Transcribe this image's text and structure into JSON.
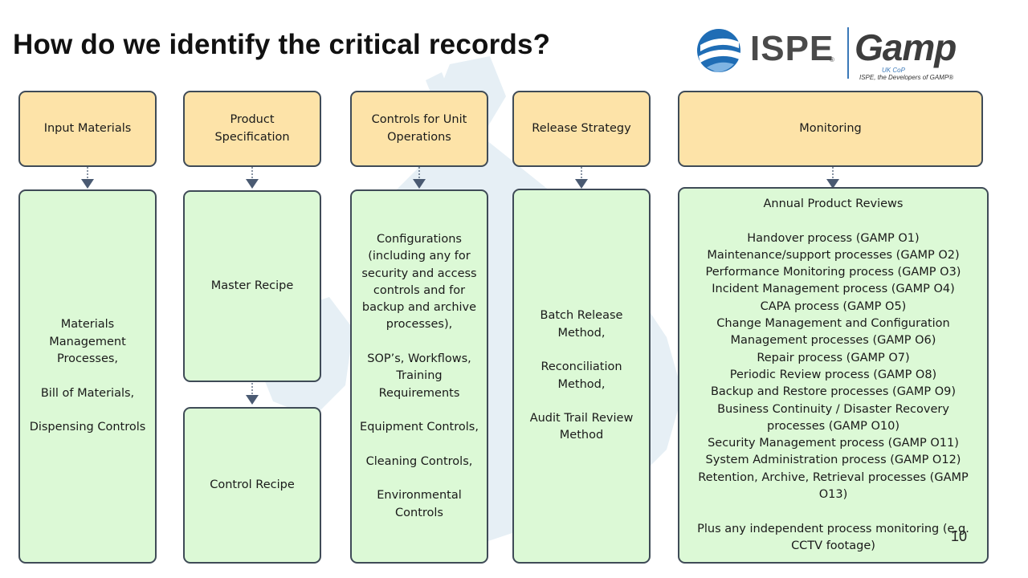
{
  "title": "How do we identify the critical records?",
  "logo": {
    "ispe_text": "ISPE",
    "ispe_reg": "®",
    "gamp_text": "Gamp",
    "gamp_sub": "UK CoP",
    "gamp_tagline": "ISPE, the Developers of GAMP®"
  },
  "columns": [
    {
      "header": "Input Materials",
      "body": "Materials\nManagement\nProcesses,\n\nBill of Materials,\n\nDispensing Controls"
    },
    {
      "header": "Product\nSpecification",
      "body_top": "Master Recipe",
      "body_bottom": "Control Recipe"
    },
    {
      "header": "Controls for Unit\nOperations",
      "body": "Configurations\n(including any for\nsecurity and access\ncontrols and for\nbackup and archive\nprocesses),\n\nSOP’s, Workflows,\nTraining\nRequirements\n\nEquipment Controls,\n\nCleaning Controls,\n\nEnvironmental\nControls"
    },
    {
      "header": "Release Strategy",
      "body": "Batch Release\nMethod,\n\nReconciliation\nMethod,\n\nAudit Trail Review\nMethod"
    },
    {
      "header": "Monitoring",
      "body": "Annual Product Reviews\n\nHandover process (GAMP O1)\nMaintenance/support processes (GAMP O2)\nPerformance Monitoring process (GAMP O3)\nIncident Management process (GAMP O4)\nCAPA process (GAMP O5)\nChange Management and Configuration\nManagement processes (GAMP O6)\nRepair process (GAMP O7)\nPeriodic Review process (GAMP O8)\nBackup and Restore processes (GAMP O9)\nBusiness Continuity / Disaster Recovery\nprocesses (GAMP O10)\nSecurity Management process (GAMP O11)\nSystem Administration process (GAMP O12)\nRetention, Archive, Retrieval processes (GAMP\nO13)\n\nPlus any independent process monitoring (e.g.\nCCTV footage)"
    }
  ],
  "page_number": "10",
  "colors": {
    "header_fill": "#fde3a8",
    "body_fill": "#dcf9d6",
    "border": "#3f4b57",
    "arrow": "#4a5a72",
    "ispe_blue": "#1f6db5",
    "background_map": "#e8f0f5"
  }
}
